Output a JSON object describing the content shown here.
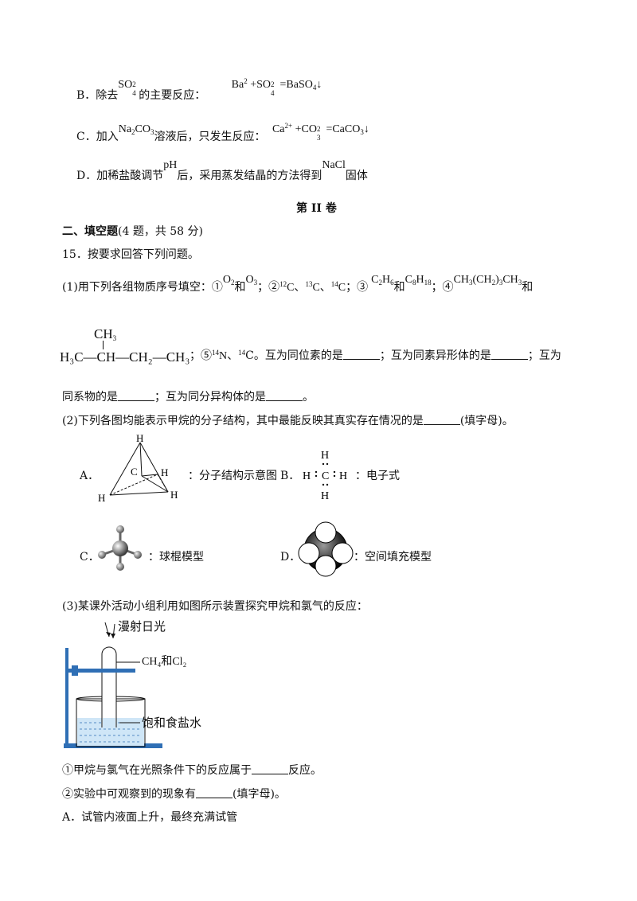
{
  "option_b": {
    "prefix": "B．除去",
    "ion_so4": "SO",
    "ion_so4_sub": "4",
    "ion_so4_sup": "2",
    "mid": "的主要反应：",
    "eq_ba": "Ba",
    "eq_ba_sup": "2",
    "eq_plus": "+SO",
    "eq_so4_sub": "4",
    "eq_so4_sup": "2",
    "eq_result": "=BaSO",
    "eq_result_sub": "4",
    "eq_arrow": "↓"
  },
  "option_c": {
    "prefix": "C．加入",
    "na2co3": "Na",
    "na2co3_sub1": "2",
    "na2co3_co": "CO",
    "na2co3_sub2": "3",
    "mid": "溶液后，只发生反应：",
    "eq_ca": "Ca",
    "eq_ca_sup": "2+",
    "eq_plus": "+CO",
    "eq_co3_sub": "3",
    "eq_co3_sup": "2",
    "eq_result": "=CaCO",
    "eq_result_sub": "3",
    "eq_arrow": "↓"
  },
  "option_d": {
    "prefix": "D．加稀盐酸调节",
    "ph": "pH",
    "mid": "后，采用蒸发结晶的方法得到",
    "nacl": "NaCl",
    "suffix": "固体"
  },
  "volume_title": "第 II 卷",
  "section_title": "二、填空题",
  "section_info": "(4 题，共 58 分)",
  "q15": {
    "stem": "15．按要求回答下列问题。",
    "p1_a": "(1)用下列各组物质序号填空：①",
    "o2": "O",
    "o2_sub": "2",
    "and1": "和",
    "o3": "O",
    "o3_sub": "3",
    "p1_b": "；②",
    "c12_sup": "12",
    "c12": "C、",
    "c13_sup": "13",
    "c13": "C、",
    "c14_sup": "14",
    "c14": "C；③",
    "c2h6": "C",
    "c2h6_s1": "2",
    "c2h6_h": "H",
    "c2h6_s2": "6",
    "and2": "和",
    "c8h18": "C",
    "c8h18_s1": "8",
    "c8h18_h": "H",
    "c8h18_s2": "18",
    "p1_c": "；④",
    "ch3ch2": "CH",
    "ch3ch2_s1": "3",
    "ch3ch2_p": "(CH",
    "ch3ch2_s2": "2",
    "ch3ch2_q": ")",
    "ch3ch2_s3": "3",
    "ch3ch2_e": "CH",
    "ch3ch2_s4": "3",
    "and3": "和",
    "isobutane_top": "CH",
    "isobutane_top_sub": "3",
    "isobutane_main": "H₃C—CH—CH₂—CH₃",
    "p1_d": "；⑤",
    "n14_sup": "14",
    "n14": "N、",
    "c14b_sup": "14",
    "c14b": "C。互为同位素的是",
    "p1_e": "；互为同素异形体的是",
    "p1_f": "；互为",
    "p1_g": "同系物的是",
    "p1_h": "；互为同分异构体的是",
    "p1_end": "。",
    "p2": "(2)下列各图均能表示甲烷的分子结构，其中最能反映其真实存在情况的是",
    "p2_end": "(填字母)。",
    "optA_label": "A．",
    "optA_desc": "：分子结构示意图",
    "optB_label": "B．",
    "optB_desc": "：电子式",
    "optC_label": "C．",
    "optC_desc": "：球棍模型",
    "optD_label": "D．",
    "optD_desc": "：空间填充模型",
    "p3": "(3)某课外活动小组利用如图所示装置探究甲烷和氯气的反应：",
    "light_label": "漫射日光",
    "gas_label": "CH₄和Cl₂",
    "brine_label": "饱和食盐水",
    "sub1": "①甲烷与氯气在光照条件下的反应属于",
    "sub1_end": "反应。",
    "sub2": "②实验中可观察到的现象有",
    "sub2_end": "(填字母)。",
    "choiceA": "A．试管内液面上升，最终充满试管"
  },
  "atoms": {
    "h": "H",
    "c": "C"
  }
}
